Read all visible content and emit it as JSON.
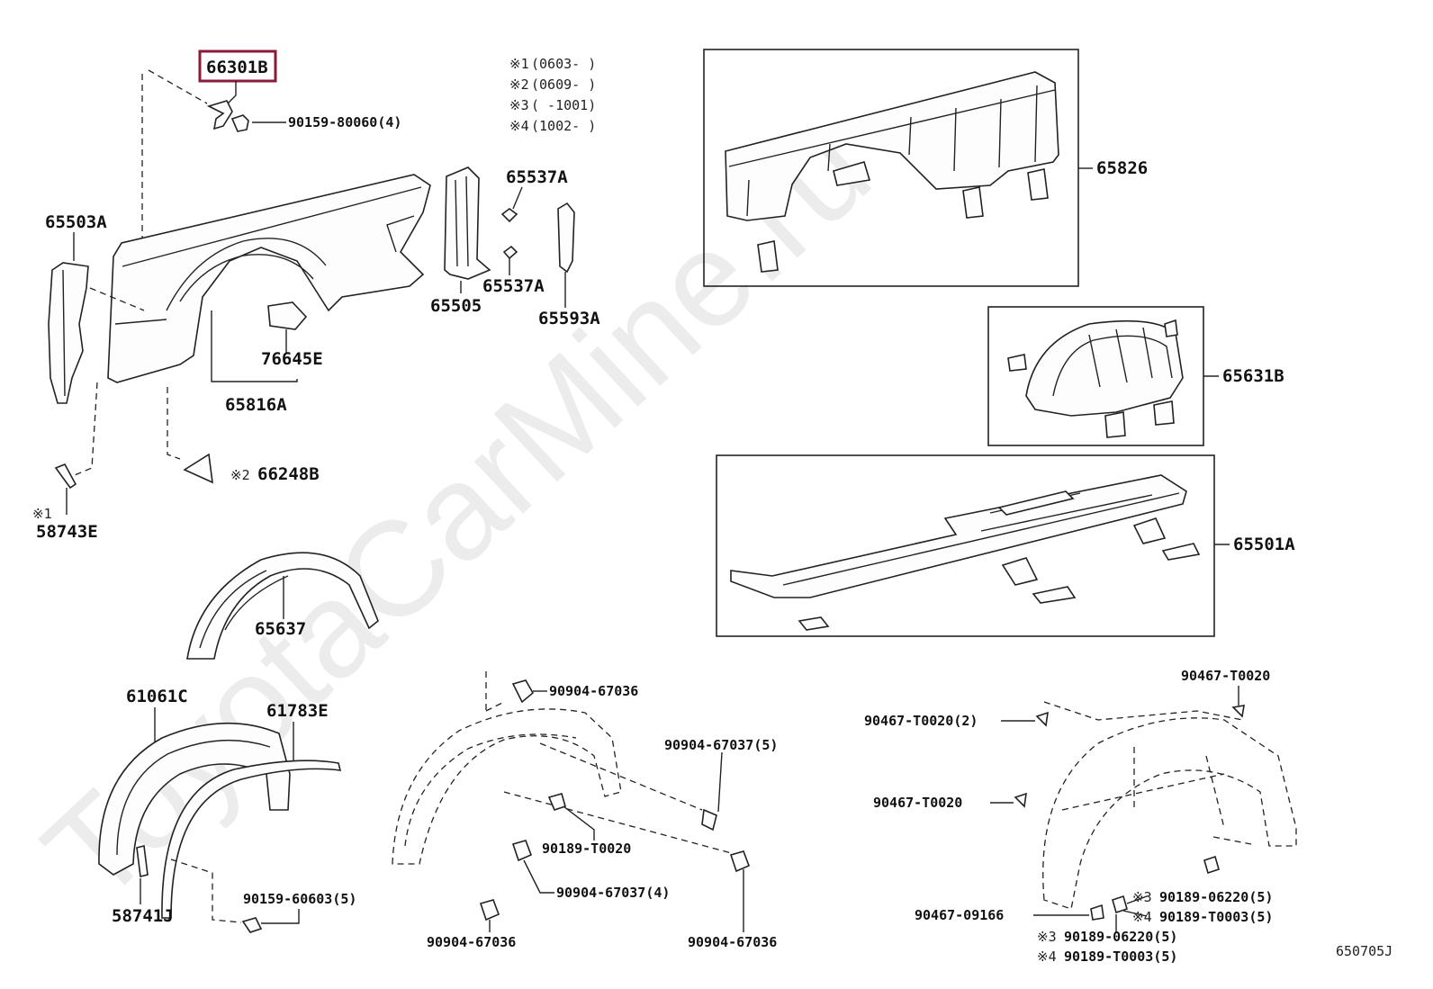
{
  "watermark": "ToyotaCarMine.ru",
  "diagram_code": "650705J",
  "notes": [
    {
      "mark": "※1",
      "range": "(0603-      )"
    },
    {
      "mark": "※2",
      "range": "(0609-      )"
    },
    {
      "mark": "※3",
      "range": "(      -1001)"
    },
    {
      "mark": "※4",
      "range": "(1002-      )"
    }
  ],
  "highlight_color": "#8b1a3a",
  "highlighted_part": "66301B",
  "parts": {
    "p66301B": "66301B",
    "p90159_80060": "90159-80060(4)",
    "p65503A": "65503A",
    "p65537A_a": "65537A",
    "p65537A_b": "65537A",
    "p65505": "65505",
    "p65593A": "65593A",
    "p76645E": "76645E",
    "p65816A": "65816A",
    "p66248B_mark": "※2",
    "p66248B": "66248B",
    "p58743E_mark": "※1",
    "p58743E": "58743E",
    "p65826": "65826",
    "p65631B": "65631B",
    "p65501A": "65501A",
    "p65637": "65637",
    "p61061C": "61061C",
    "p61783E": "61783E",
    "p58741J": "58741J",
    "p90159_60603": "90159-60603(5)",
    "p90904_67036_a": "90904-67036",
    "p90904_67037_5": "90904-67037(5)",
    "p90189_T0020": "90189-T0020",
    "p90904_67037_4": "90904-67037(4)",
    "p90904_67036_b": "90904-67036",
    "p90904_67036_c": "90904-67036",
    "p90467_T0020_a": "90467-T0020",
    "p90467_T0020_2": "90467-T0020(2)",
    "p90467_T0020_b": "90467-T0020",
    "p90467_09166": "90467-09166",
    "p90189_06220_a_mark": "※3",
    "p90189_06220_a": "90189-06220(5)",
    "p90189_T0003_a_mark": "※4",
    "p90189_T0003_a": "90189-T0003(5)",
    "p90189_06220_b_mark": "※3",
    "p90189_06220_b": "90189-06220(5)",
    "p90189_T0003_b_mark": "※4",
    "p90189_T0003_b": "90189-T0003(5)"
  }
}
